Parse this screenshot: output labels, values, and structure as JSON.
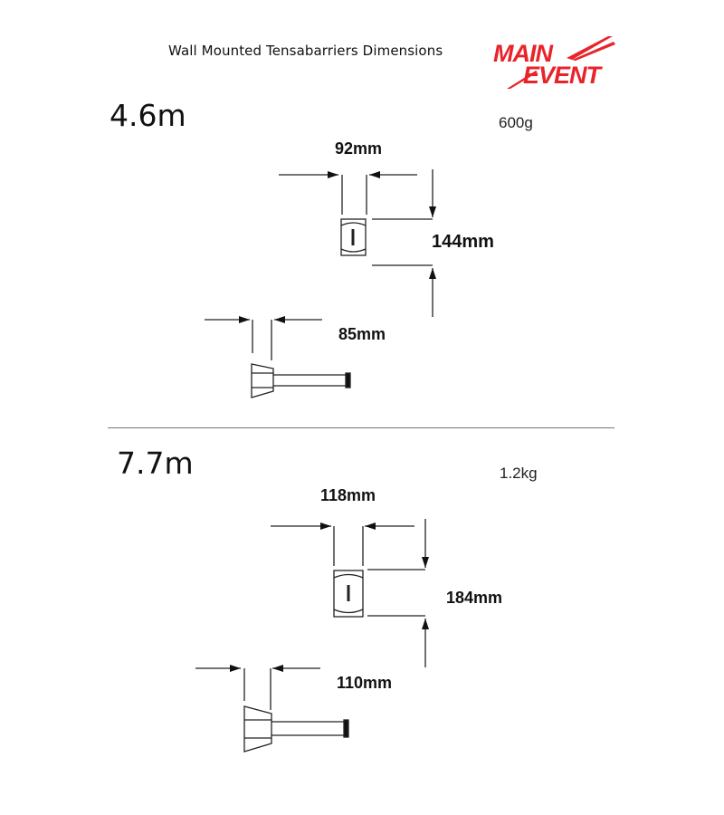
{
  "header": {
    "title": "Wall Mounted Tensabarriers Dimensions",
    "logo": {
      "line1": "MAIN",
      "line2": "EVENT",
      "color": "#e8242a"
    }
  },
  "sections": [
    {
      "size_label": "4.6m",
      "weight": "600g",
      "front_width": "92mm",
      "front_height": "144mm",
      "side_depth": "85mm"
    },
    {
      "size_label": "7.7m",
      "weight": "1.2kg",
      "front_width": "118mm",
      "front_height": "184mm",
      "side_depth": "110mm"
    }
  ],
  "colors": {
    "line": "#222222",
    "divider": "#777777",
    "brand": "#e8242a"
  }
}
